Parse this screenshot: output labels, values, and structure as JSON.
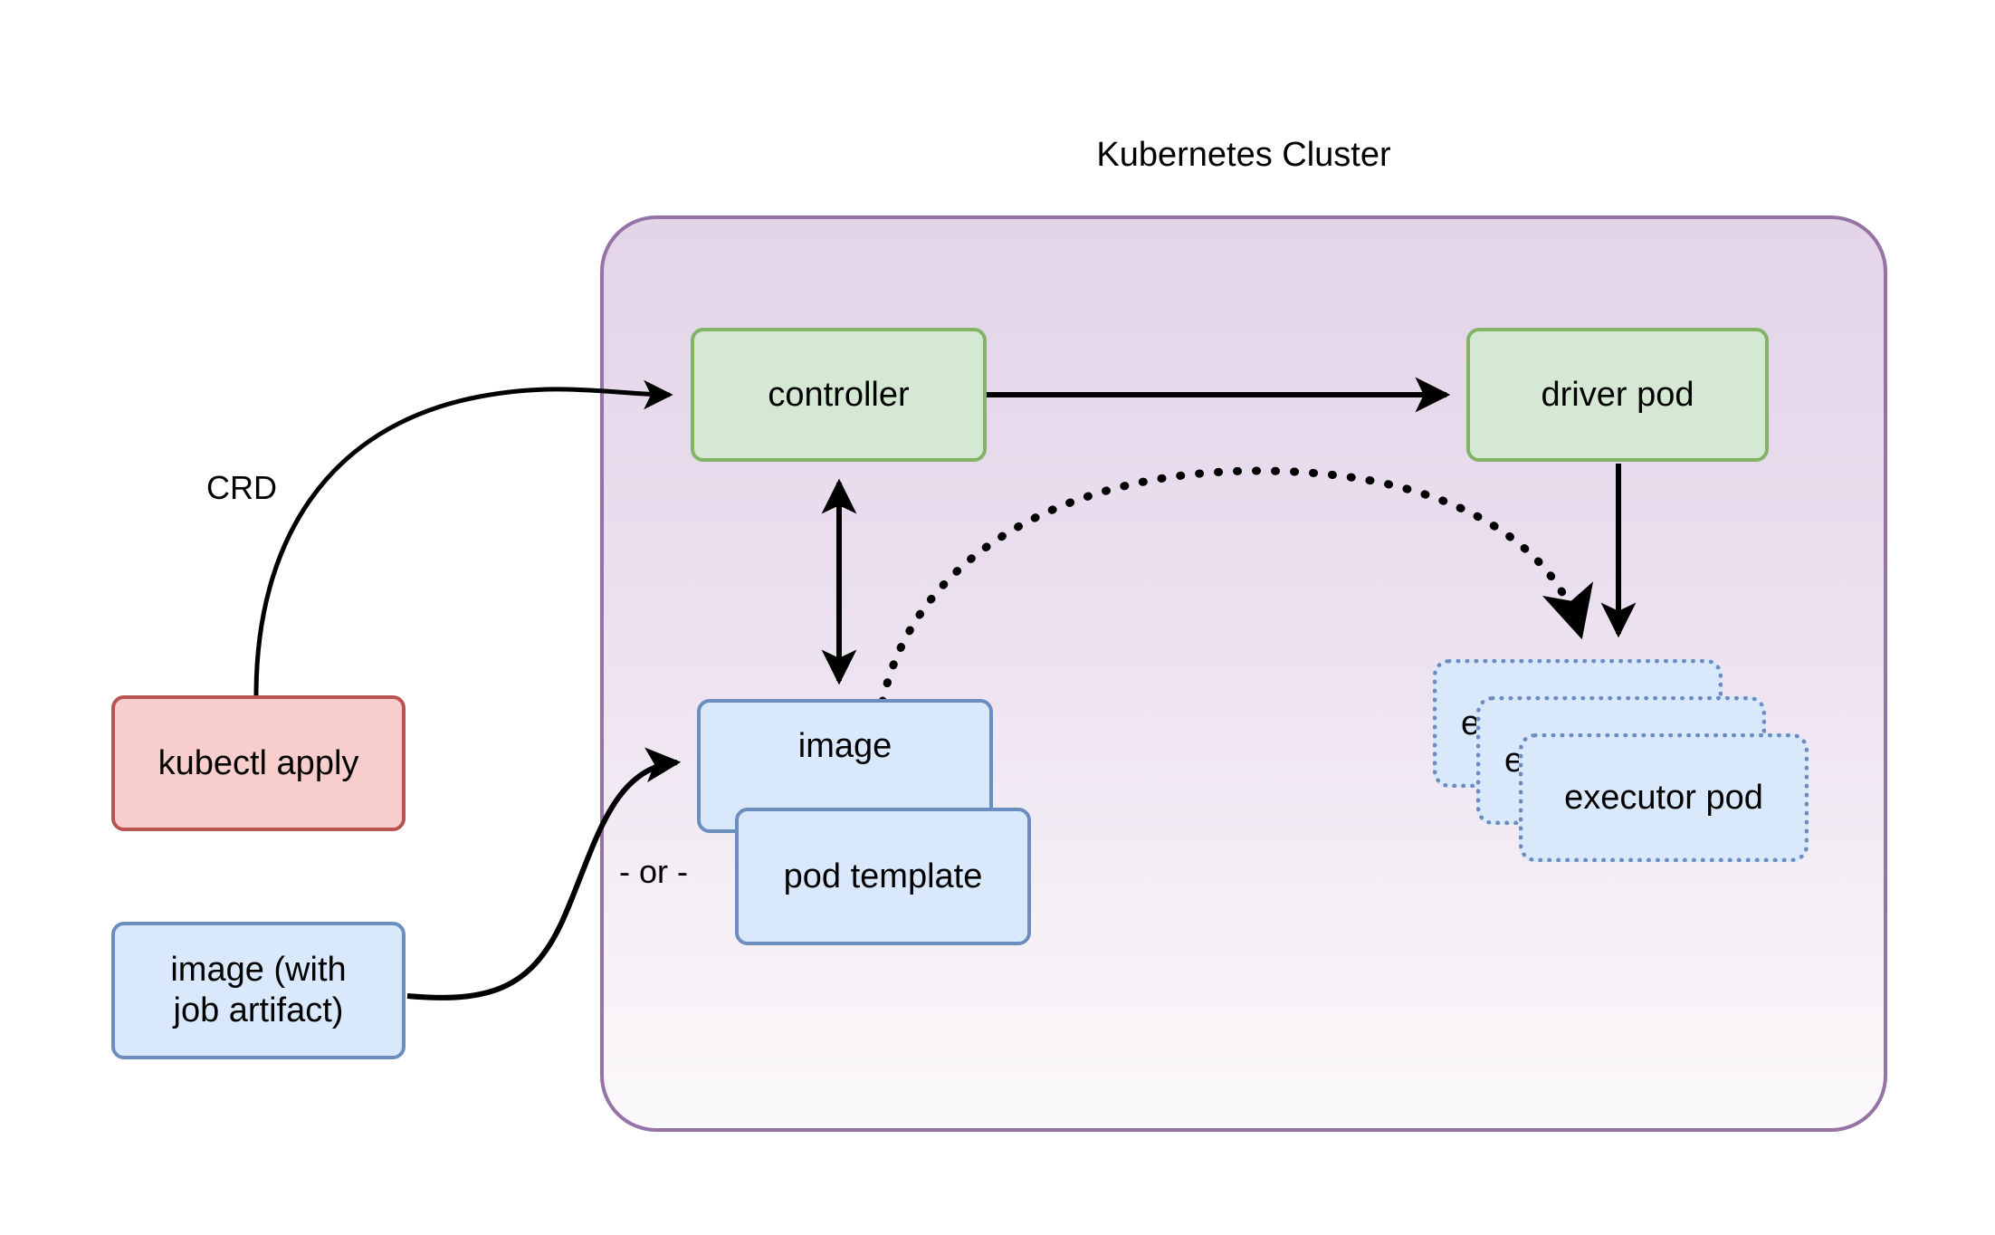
{
  "diagram": {
    "title": "Kubernetes Cluster",
    "colors": {
      "cluster_border": "#9673a6",
      "cluster_fill_top": "#e3d4e8",
      "cluster_fill_bottom": "#fbf9fb",
      "green_fill": "#d5e8d4",
      "green_border": "#82b366",
      "blue_fill": "#dae8fc",
      "blue_border": "#6c8ebf",
      "red_fill": "#f8cecc",
      "red_border": "#b85450",
      "edge_stroke": "#000000",
      "background": "#ffffff"
    },
    "nodes": {
      "controller": "controller",
      "driver_pod": "driver pod",
      "image_in_cluster": "image",
      "pod_template": "pod template",
      "executor_pod_back": "executor pod",
      "executor_pod_mid": "executor pod",
      "executor_pod_front": "executor pod",
      "kubectl_apply": "kubectl apply",
      "job_image": "image (with\njob artifact)"
    },
    "edge_labels": {
      "crd": "CRD",
      "or": "- or -"
    },
    "edges": [
      {
        "from": "kubectl apply",
        "to": "controller",
        "label": "CRD",
        "style": "solid-curve",
        "arrow": "single"
      },
      {
        "from": "controller",
        "to": "driver pod",
        "label": "",
        "style": "solid-straight",
        "arrow": "single"
      },
      {
        "from": "controller",
        "to": "image",
        "label": "",
        "style": "solid-straight",
        "arrow": "double"
      },
      {
        "from": "image",
        "to": "executor pod",
        "label": "",
        "style": "dotted-curve",
        "arrow": "single"
      },
      {
        "from": "driver pod",
        "to": "executor pod",
        "label": "",
        "style": "solid-straight",
        "arrow": "single"
      },
      {
        "from": "image (with job artifact)",
        "to": "image",
        "label": "- or -",
        "style": "solid-curve",
        "arrow": "single"
      }
    ]
  }
}
